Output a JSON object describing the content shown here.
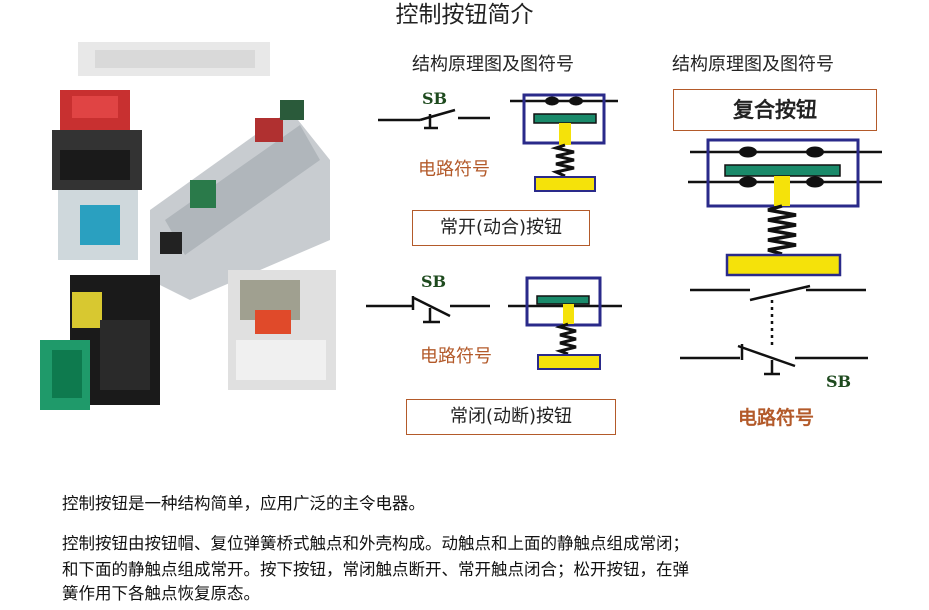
{
  "title": "控制按钮简介",
  "diagram": {
    "header_middle": "结构原理图及图符号",
    "header_right": "结构原理图及图符号",
    "no_button": {
      "sb": "SB",
      "circuit_symbol": "电路符号",
      "caption": "常开(动合)按钮"
    },
    "nc_button": {
      "sb": "SB",
      "circuit_symbol": "电路符号",
      "caption": "常闭(动断)按钮"
    },
    "compound_button": {
      "caption": "复合按钮",
      "sb": "SB",
      "circuit_symbol": "电路符号"
    },
    "colors": {
      "frame": "#2a2a8a",
      "contact_bar": "#1a8a6a",
      "yellow": "#f5e20a",
      "label_red": "#b35a2a"
    }
  },
  "description": {
    "p1": "控制按钮是一种结构简单，应用广泛的主令电器。",
    "p2_line1": "控制按钮由按钮帽、复位弹簧桥式触点和外壳构成。动触点和上面的静触点组成常闭；",
    "p2_line2": "和下面的静触点组成常开。按下按钮，常闭触点断开、常开触点闭合；松开按钮，在弹",
    "p2_line3": "簧作用下各触点恢复原态。"
  }
}
